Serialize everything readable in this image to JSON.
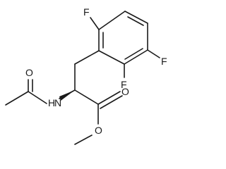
{
  "molecule": {
    "atoms": {
      "f_top": "F",
      "f_right": "F",
      "f_bottom": "F",
      "o_amide": "O",
      "n_amide": "N",
      "h_amide": "H",
      "o_ester_carbonyl": "O",
      "o_ester": "O"
    },
    "colors": {
      "bond": "#1a1a1a",
      "label": "#1a1a1a",
      "background": "#ffffff"
    }
  }
}
